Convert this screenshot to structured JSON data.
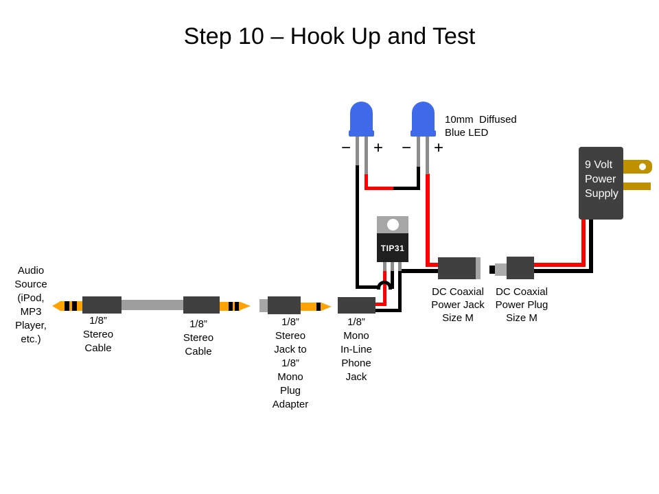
{
  "title": "Step 10 – Hook Up and Test",
  "colors": {
    "wire_red": "#ff0000",
    "wire_black": "#000000",
    "led_blue": "#3f6bea",
    "component_dark": "#404040",
    "cable_gray": "#9e9e9e",
    "light_gray": "#a6a6a6",
    "leg_gray": "#8c8c8c",
    "plug_orange": "#ffa303",
    "prong_gold": "#bf9000",
    "transistor_black": "#1f1f1f",
    "plug_barrel_gray": "#ababab"
  },
  "annotations": {
    "audio_source": "Audio\nSource\n(iPod,\nMP3\nPlayer,\netc.)",
    "led_note": "10mm  Diffused\nBlue LED",
    "stereo_cable_1": "1/8”\nStereo\nCable",
    "stereo_cable_2": "1/8”\nStereo\nCable",
    "adapter": "1/8”\nStereo\nJack to\n1/8”\nMono\nPlug\nAdapter",
    "mono_jack": "1/8”\nMono\nIn-Line\nPhone\nJack",
    "dc_jack": "DC Coaxial\nPower Jack\nSize M",
    "dc_plug": "DC Coaxial\nPower Plug\nSize M",
    "power_supply": "9 Volt\nPower\nSupply",
    "transistor": "TIP31",
    "led1_minus": "−",
    "led1_plus": "+",
    "led2_minus": "−",
    "led2_plus": "+"
  }
}
